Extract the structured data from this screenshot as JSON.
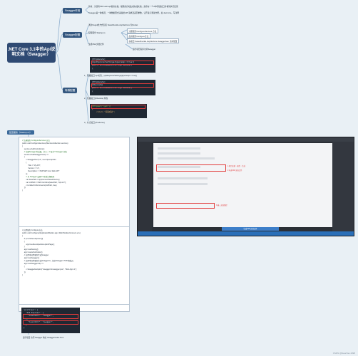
{
  "central": {
    "title": ".NET Core 3.1中的Api说明文档（Swagger）"
  },
  "branches": {
    "b1": "Swagger作用",
    "b2": "Swagger配置",
    "b3": "特殊配置"
  },
  "b1_leaves": [
    "作用：为没有PDF web api提供文档，规整的自动生成在线文档，支持在一个UI中测试接口并看到执行结果",
    "Swagger是一种规范，一种数据形式来描述API 请求及返回参数，让开发与测试方便，如 Java Vue，写注释"
  ],
  "b2_leaves": [
    "通过Nuget的方式安装 Swashbuckle.AspNetCore 包NuGet",
    "配置服务 Startup.cs",
    "注册服务ConfigureServices 方法",
    "启用服务Configure方法",
    "在项目 Swashbuckle.AspNetCore.SwaggerGen 包中配置",
    "生成XML文档文件",
    "运行项目程序访问Swagger"
  ],
  "b3_leaves": [
    "1、隐藏接口 Api标签：[ApiExplorerSettings(IgnoreApi = true)]",
    "2、隐藏接口[Obsolete] 特性",
    "3、标记接口 [Produces]"
  ],
  "code1": [
    "[HttpDelete]",
    "[ApiExplorerSettings(IgnoreApi =true)]",
    "public ActionResult<String> Delete()",
    "{"
  ],
  "code2": [
    "[HttpDelete]",
    "[Obsolete]",
    "public ActionResult<String> Delete()",
    "{"
  ],
  "code3": [
    "[HttpGet(\"/get\")]",
    "{",
    "    return \"获取成功\";"
  ],
  "note": "配置服务（Startup.cs）",
  "panel_lines": [
    "// 注册服务 ConfigureServices 方法",
    "public void ConfigureServices(IServiceCollection services)",
    "{",
    "    services.AddControllers();",
    "    // 注册Swagger生成器，定义一个和多个Swagger 文档",
    "    services.AddSwaggerGen(c =>",
    "    {",
    "        c.SwaggerDoc(\"v1\", new OpenApiInfo",
    "        {",
    "            Title = \"My API\",",
    "            Version = \"v1\",",
    "            Description = \"ASP.NET Core Web API\"",
    "        });",
    "        // 为 Swagger 设置xml文档注释路径",
    "        var basePath = AppContext.BaseDirectory;",
    "        var xmlPath = Path.Combine(basePath, \"Api.xml\");",
    "        c.IncludeXmlComments(xmlPath, true);",
    "    });",
    "}"
  ],
  "panel2_lines": [
    "// 启用服务 Configure方法",
    "public void Configure(IApplicationBuilder app, IWebHostEnvironment env)",
    "{",
    "    if (env.IsDevelopment())",
    "    {",
    "        app.UseDeveloperExceptionPage();",
    "    }",
    "    app.UseRouting();",
    "    app.UseAuthorization();",
    "    // 启用中间件服务生成Swagger",
    "    app.UseSwagger();",
    "    // 启用中间件服务生成SwaggerUI，指定Swagger JSON终结点",
    "    app.UseSwaggerUI(c =>",
    "    {",
    "        c.SwaggerEndpoint(\"/swagger/v1/swagger.json\", \"Web App v1\");",
    "    });",
    "}"
  ],
  "shot_annotations": [
    "1.项目右键→属性→生成",
    "2.勾选XML文档文件",
    "3.输入文档路径"
  ],
  "shot_banner": "生成XML文档文件",
  "caption": "运行项目 访问 Swagger 地址 /swagger/index.html",
  "watermark": "CSDN @NearNet-1998",
  "colors": {
    "node": "#34577f",
    "central": "#2f4a73",
    "wire": "#8fb0cf",
    "highlight": "#e23b3b"
  }
}
